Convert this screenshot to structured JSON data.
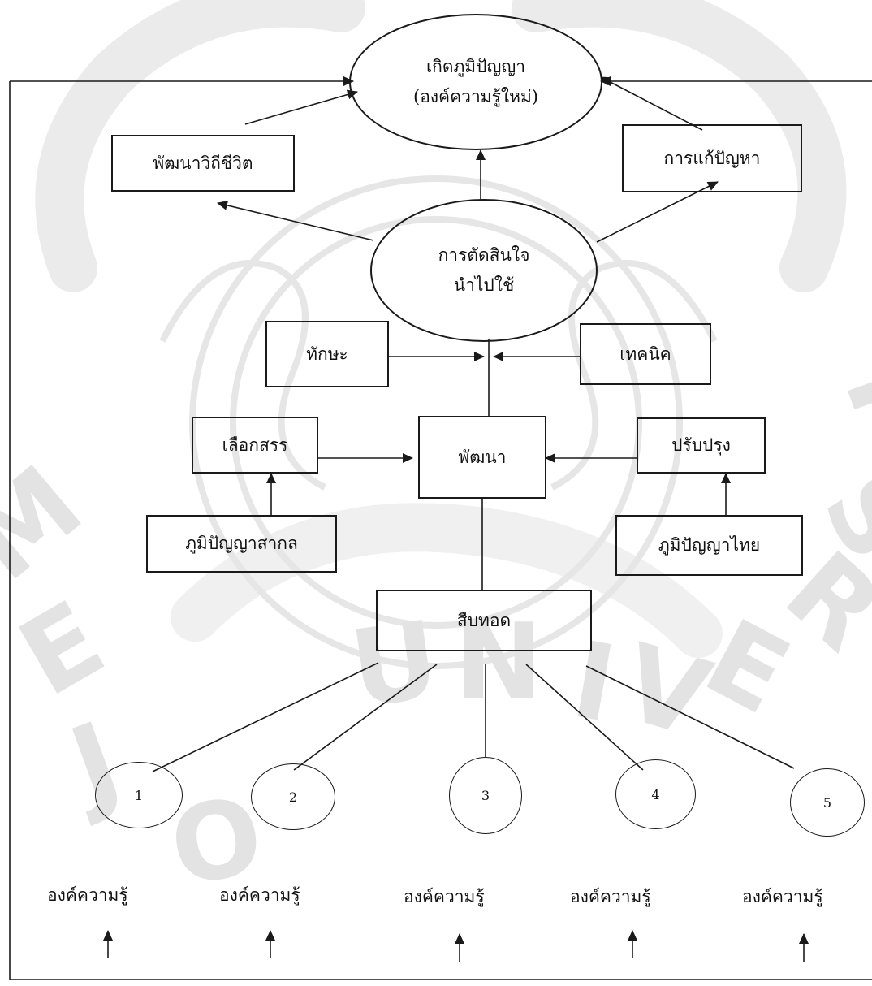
{
  "diagram": {
    "top": {
      "line1": "เกิดภูมิปัญญา",
      "line2": "(องค์ความรู้ใหม่)"
    },
    "way_of_life": "พัฒนาวิถีชีวิต",
    "problem_solving": "การแก้ปัญหา",
    "decision": {
      "line1": "การตัดสินใจ",
      "line2": "นำไปใช้"
    },
    "skill": "ทักษะ",
    "technique": "เทคนิค",
    "select": "เลือกสรร",
    "develop": "พัฒนา",
    "improve": "ปรับปรุง",
    "universal_wisdom": "ภูมิปัญญาสากล",
    "thai_wisdom": "ภูมิปัญญาไทย",
    "inherit": "สืบทอด",
    "nodes": [
      "1",
      "2",
      "3",
      "4",
      "5"
    ],
    "knowledge": [
      "องค์ความรู้",
      "องค์ความรู้",
      "องค์ความรู้",
      "องค์ความรู้",
      "องค์ความรู้"
    ]
  },
  "colors": {
    "ink": "#1a1a1a",
    "watermark": "#d9d9d9"
  }
}
